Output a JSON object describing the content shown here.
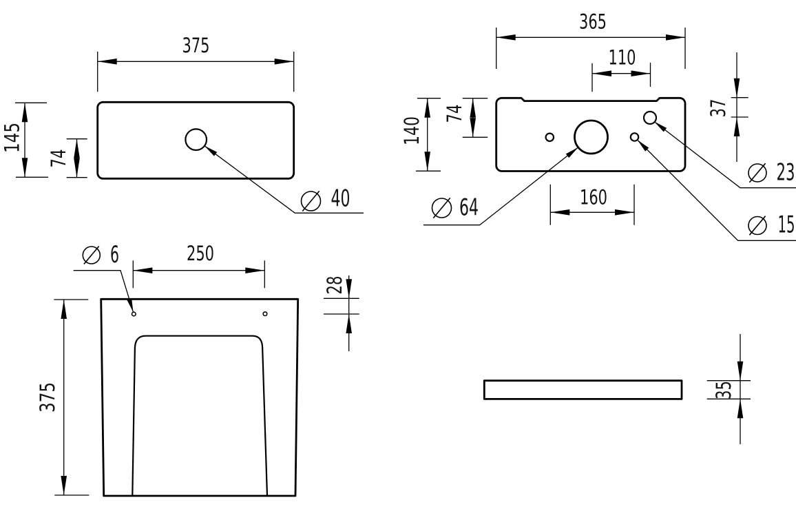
{
  "page": {
    "background_color": "#ffffff",
    "line_color": "#000000"
  },
  "views": {
    "top_left": {
      "width": "375",
      "height": "145",
      "hole_offset_bottom": "74",
      "hole": {
        "symbol": "diameter-icon",
        "value": "40"
      }
    },
    "top_right": {
      "width": "365",
      "upper_hole_spacing": "110",
      "height": "140",
      "hole_row_offset_top": "74",
      "corner_hole_offset_top": "37",
      "corner_hole": {
        "symbol": "diameter-icon",
        "value": "23"
      },
      "center_hole": {
        "symbol": "diameter-icon",
        "value": "64"
      },
      "lower_hole_spacing": "160",
      "side_hole": {
        "symbol": "diameter-icon",
        "value": "15"
      }
    },
    "bottom_left": {
      "fixing_hole": {
        "symbol": "diameter-icon",
        "value": "6"
      },
      "fixing_hole_spacing": "250",
      "fixing_hole_offset_top": "28",
      "height": "375"
    },
    "bottom_right": {
      "thickness": "35"
    }
  }
}
